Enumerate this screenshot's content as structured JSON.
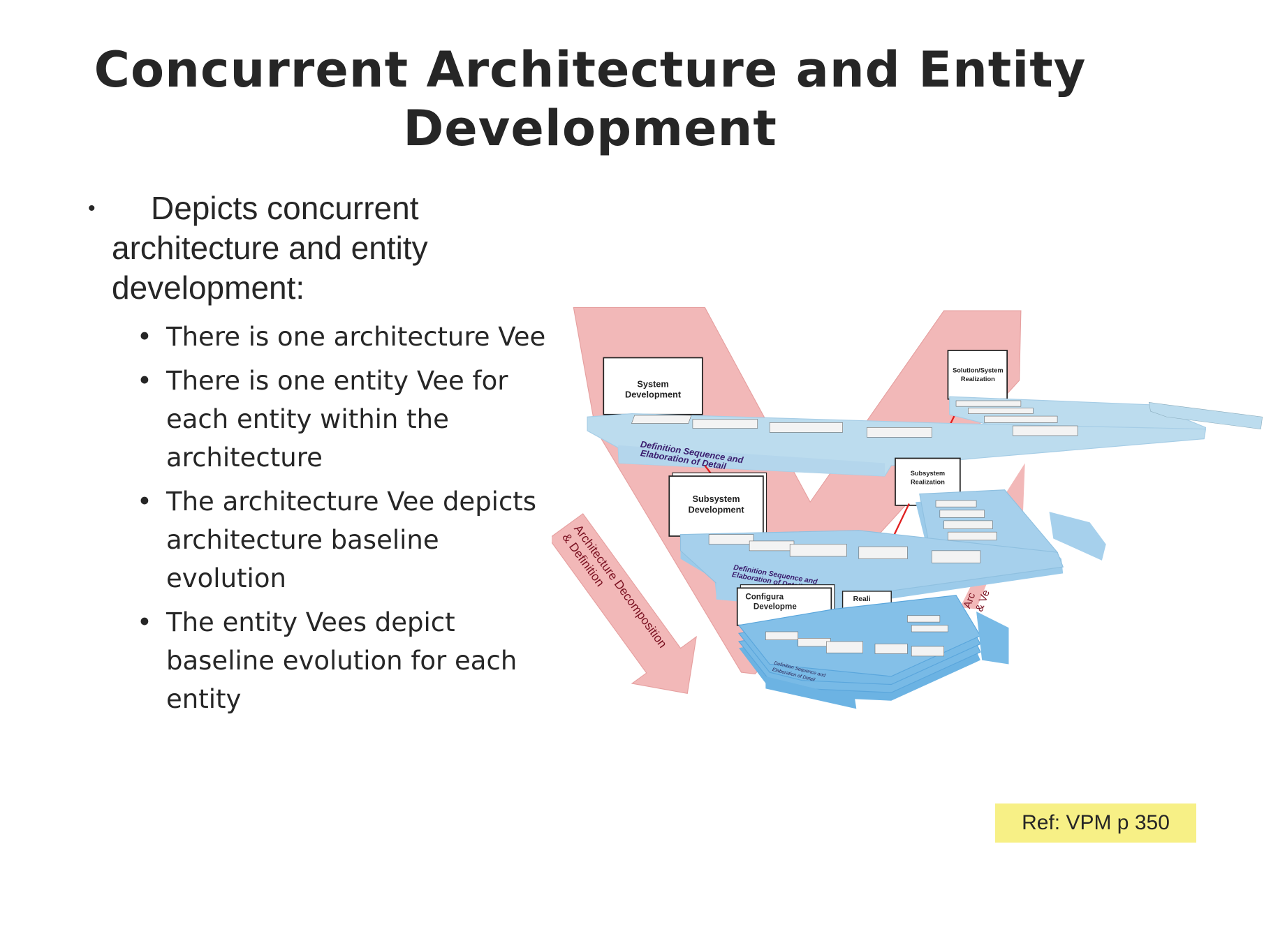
{
  "title": {
    "line1": "Concurrent Architecture and Entity",
    "line2": "Development"
  },
  "main_bullet": {
    "bullet": "•",
    "text": "Depicts concurrent architecture and entity development:"
  },
  "sub_bullets": [
    {
      "bullet": "•",
      "text": "There is one architecture Vee"
    },
    {
      "bullet": "•",
      "text": "There is one entity Vee for each entity within the architecture"
    },
    {
      "bullet": "•",
      "text": "The architecture Vee depicts architecture baseline evolution"
    },
    {
      "bullet": "•",
      "text": "The entity Vees depict baseline evolution for each entity"
    }
  ],
  "diagram": {
    "system_development": [
      "System",
      "Development"
    ],
    "solution_realization": [
      "Solution/System",
      "Realization"
    ],
    "subsystem_development": [
      "Subsystem",
      "Development"
    ],
    "subsystem_realization": [
      "Subsystem",
      "Realization"
    ],
    "configuration_development": [
      "Configura",
      "Developme"
    ],
    "realization_fragment": "Reali",
    "decomposition_arrow": [
      "Architecture Decomposition",
      "& Definition"
    ],
    "integration_fragment": [
      "Arc",
      "& Ve"
    ],
    "plate_label": [
      "Definition Sequence and",
      "Elaboration of Detail"
    ],
    "colors": {
      "pink": "#f2b8b8",
      "plate_light": "#bcdcee",
      "plate_mid": "#9ccbea",
      "plate_dark": "#6cb3e3",
      "label_purple": "#3a1d6e",
      "arrow_text": "#7a1020"
    }
  },
  "reference": {
    "text": "Ref: VPM p 350"
  }
}
